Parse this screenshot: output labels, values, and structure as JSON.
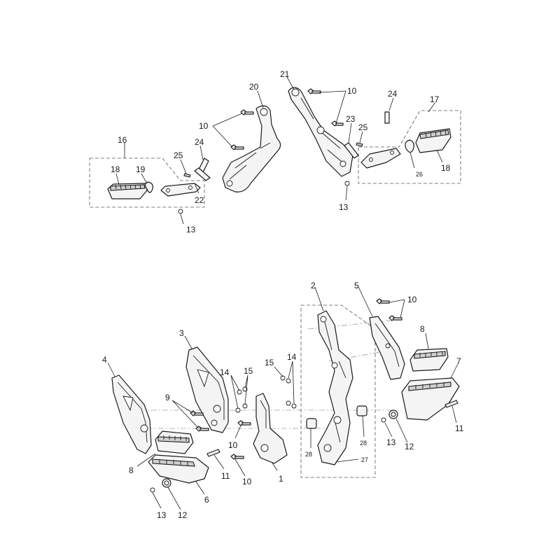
{
  "callouts": {
    "c1": "1",
    "c2": "2",
    "c3": "3",
    "c4": "4",
    "c5": "5",
    "c6": "6",
    "c7": "7",
    "c8a": "8",
    "c8b": "8",
    "c9": "9",
    "c10a": "10",
    "c10b": "10",
    "c10c": "10",
    "c10d": "10",
    "c10e": "10",
    "c11a": "11",
    "c11b": "11",
    "c12a": "12",
    "c12b": "12",
    "c13a": "13",
    "c13b": "13",
    "c13c": "13",
    "c13d": "13",
    "c14a": "14",
    "c14b": "14",
    "c15a": "15",
    "c15b": "15",
    "c16": "16",
    "c17": "17",
    "c18a": "18",
    "c18b": "18",
    "c19": "19",
    "c20": "20",
    "c21": "21",
    "c22": "22",
    "c23": "23",
    "c24a": "24",
    "c24b": "24",
    "c25a": "25",
    "c25b": "25",
    "c26": "26",
    "c27": "27",
    "c28a": "28",
    "c28b": "28"
  }
}
